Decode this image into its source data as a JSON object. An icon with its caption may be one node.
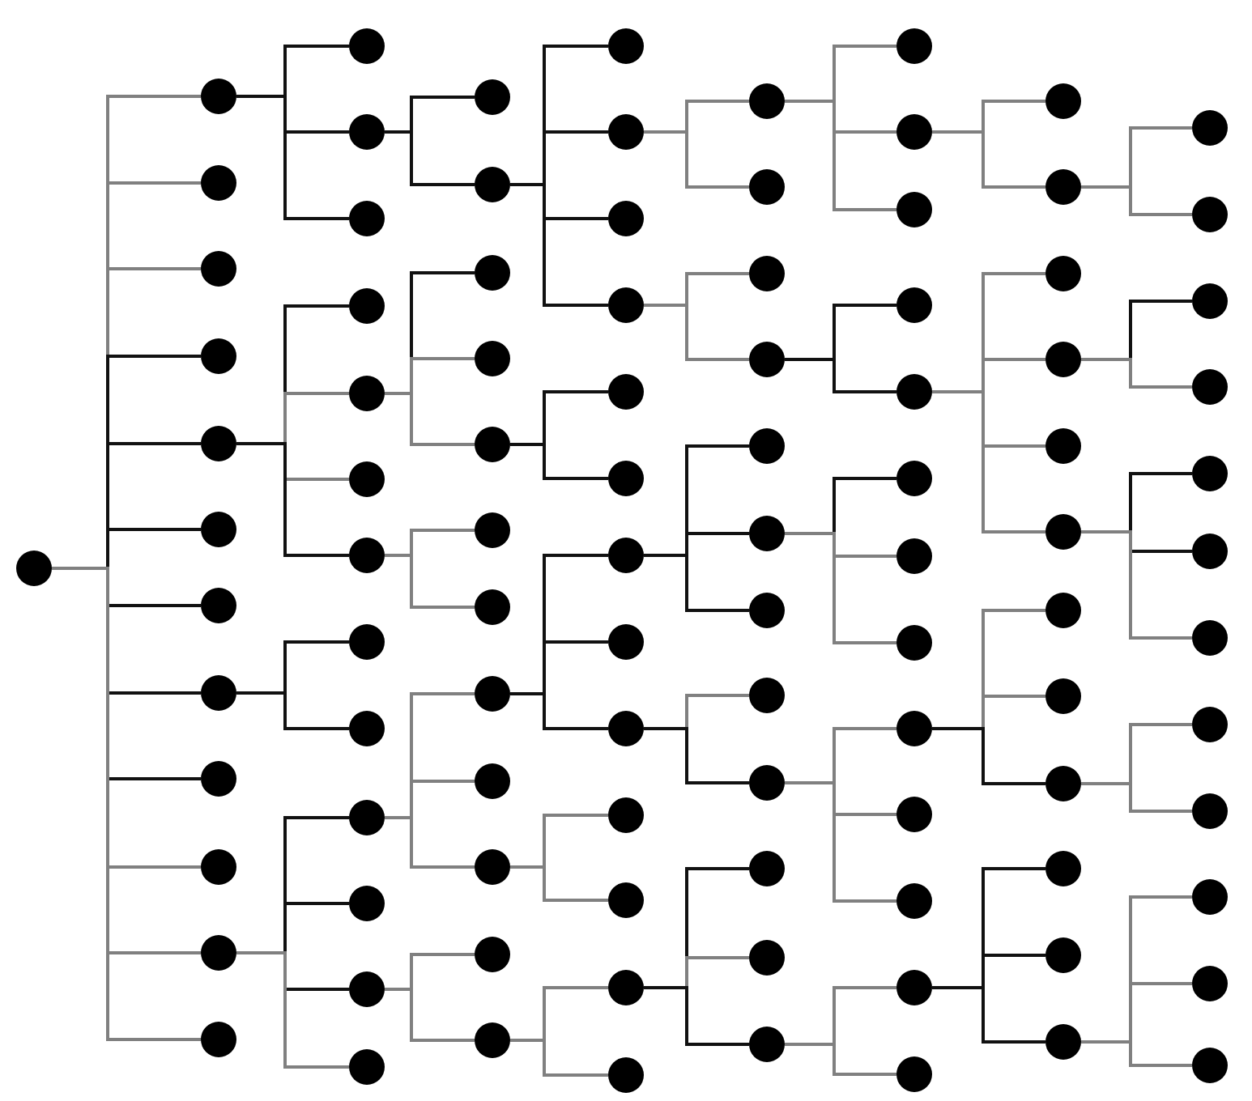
{
  "diagram": {
    "nodes": [
      {
        "text": [],
        "shape": "circle"
      },
      {
        "text": [],
        "shape": "circle"
      },
      {
        "text": [],
        "shape": "circle"
      },
      {
        "text": [],
        "shape": "circle"
      },
      {
        "text": [],
        "shape": "circle"
      },
      {
        "text": [],
        "shape": "circle"
      },
      {
        "text": [],
        "shape": "circle"
      },
      {
        "text": [],
        "shape": "circle"
      },
      {
        "text": [],
        "shape": "circle"
      },
      {
        "text": [],
        "shape": "circle"
      },
      {
        "text": [],
        "shape": "circle"
      },
      {
        "text": [],
        "shape": "circle"
      },
      {
        "text": [],
        "shape": "circle"
      },
      {
        "text": [],
        "shape": "circle"
      },
      {
        "text": [],
        "shape": "circle"
      },
      {
        "text": [],
        "shape": "circle"
      },
      {
        "text": [],
        "shape": "circle"
      },
      {
        "text": [],
        "shape": "circle"
      },
      {
        "text": [],
        "shape": "circle"
      },
      {
        "text": [],
        "shape": "circle"
      },
      {
        "text": [],
        "shape": "circle"
      },
      {
        "text": [],
        "shape": "circle"
      },
      {
        "text": [],
        "shape": "circle"
      },
      {
        "text": [],
        "shape": "circle"
      },
      {
        "text": [],
        "shape": "circle"
      },
      {
        "text": [],
        "shape": "circle"
      },
      {
        "text": [],
        "shape": "circle"
      },
      {
        "text": [],
        "shape": "circle"
      },
      {
        "text": [],
        "shape": "circle"
      },
      {
        "text": [],
        "shape": "circle"
      },
      {
        "text": [],
        "shape": "circle"
      },
      {
        "text": [],
        "shape": "circle"
      },
      {
        "text": [],
        "shape": "circle"
      },
      {
        "text": [],
        "shape": "circle"
      },
      {
        "text": [],
        "shape": "circle"
      },
      {
        "text": [],
        "shape": "circle"
      },
      {
        "text": [],
        "shape": "circle"
      },
      {
        "text": [],
        "shape": "circle"
      },
      {
        "text": [],
        "shape": "circle"
      },
      {
        "text": [],
        "shape": "circle"
      },
      {
        "text": [],
        "shape": "circle"
      },
      {
        "text": [],
        "shape": "circle"
      },
      {
        "text": [],
        "shape": "circle"
      },
      {
        "text": [],
        "shape": "circle"
      },
      {
        "text": [],
        "shape": "circle"
      },
      {
        "text": [],
        "shape": "circle"
      },
      {
        "text": [],
        "shape": "circle"
      },
      {
        "text": [],
        "shape": "circle"
      },
      {
        "text": [],
        "shape": "circle"
      },
      {
        "text": [],
        "shape": "circle"
      },
      {
        "text": [],
        "shape": "circle"
      },
      {
        "text": [],
        "shape": "circle"
      },
      {
        "text": [],
        "shape": "circle"
      },
      {
        "text": [],
        "shape": "circle"
      },
      {
        "text": [],
        "shape": "circle"
      },
      {
        "text": [],
        "shape": "circle"
      },
      {
        "text": [],
        "shape": "circle"
      },
      {
        "text": [],
        "shape": "circle"
      },
      {
        "text": [],
        "shape": "circle"
      },
      {
        "text": [],
        "shape": "circle"
      },
      {
        "text": [],
        "shape": "circle"
      },
      {
        "text": [],
        "shape": "circle"
      },
      {
        "text": [],
        "shape": "circle"
      },
      {
        "text": [],
        "shape": "circle"
      },
      {
        "text": [],
        "shape": "circle"
      },
      {
        "text": [],
        "shape": "circle"
      },
      {
        "text": [],
        "shape": "circle"
      },
      {
        "text": [],
        "shape": "circle"
      },
      {
        "text": [],
        "shape": "circle"
      },
      {
        "text": [],
        "shape": "circle"
      },
      {
        "text": [],
        "shape": "circle"
      },
      {
        "text": [],
        "shape": "circle"
      },
      {
        "text": [],
        "shape": "circle"
      },
      {
        "text": [],
        "shape": "circle"
      },
      {
        "text": [],
        "shape": "circle"
      },
      {
        "text": [],
        "shape": "circle"
      },
      {
        "text": [],
        "shape": "circle"
      },
      {
        "text": [],
        "shape": "circle"
      },
      {
        "text": [],
        "shape": "circle"
      },
      {
        "text": [],
        "shape": "circle"
      },
      {
        "text": [],
        "shape": "circle"
      },
      {
        "text": [],
        "shape": "circle"
      },
      {
        "text": [],
        "shape": "circle"
      },
      {
        "text": [],
        "shape": "circle"
      },
      {
        "text": [],
        "shape": "circle"
      },
      {
        "text": [],
        "shape": "circle"
      },
      {
        "text": [],
        "shape": "circle"
      },
      {
        "text": [],
        "shape": "circle"
      },
      {
        "text": [],
        "shape": "circle"
      },
      {
        "text": [],
        "shape": "circle"
      },
      {
        "text": [],
        "shape": "circle"
      },
      {
        "text": [],
        "shape": "circle"
      },
      {
        "text": [],
        "shape": "circle"
      },
      {
        "text": [],
        "shape": "circle"
      },
      {
        "text": [],
        "shape": "circle"
      },
      {
        "text": [],
        "shape": "circle"
      },
      {
        "text": [],
        "shape": "circle"
      },
      {
        "text": [],
        "shape": "circle"
      },
      {
        "text": [],
        "shape": "circle"
      },
      {
        "text": [],
        "shape": "circle"
      }
    ],
    "edges": [
      {
        "from": 0,
        "to": 1,
        "arrow": "none"
      },
      {
        "from": 0,
        "to": 2,
        "arrow": "none"
      },
      {
        "from": 0,
        "to": 3,
        "arrow": "none"
      },
      {
        "from": 0,
        "to": 4,
        "arrow": "none",
        "color": "#111111"
      },
      {
        "from": 0,
        "to": 5,
        "arrow": "none",
        "color": "#111111"
      },
      {
        "from": 0,
        "to": 6,
        "arrow": "none",
        "color": "#111111"
      },
      {
        "from": 0,
        "to": 7,
        "arrow": "none",
        "color": "#111111"
      },
      {
        "from": 0,
        "to": 8,
        "arrow": "none",
        "color": "#111111"
      },
      {
        "from": 0,
        "to": 9,
        "arrow": "none",
        "color": "#111111"
      },
      {
        "from": 0,
        "to": 10,
        "arrow": "none"
      },
      {
        "from": 0,
        "to": 11,
        "arrow": "none"
      },
      {
        "from": 0,
        "to": 12,
        "arrow": "none"
      },
      {
        "from": 1,
        "to": 13,
        "arrow": "none",
        "color": "#111111"
      },
      {
        "from": 1,
        "to": 14,
        "arrow": "none",
        "color": "#111111"
      },
      {
        "from": 1,
        "to": 15,
        "arrow": "none",
        "color": "#111111"
      },
      {
        "from": 5,
        "to": 16,
        "arrow": "none",
        "color": "#111111"
      },
      {
        "from": 5,
        "to": 17,
        "arrow": "none"
      },
      {
        "from": 5,
        "to": 18,
        "arrow": "none"
      },
      {
        "from": 5,
        "to": 19,
        "arrow": "none",
        "color": "#111111"
      },
      {
        "from": 8,
        "to": 20,
        "arrow": "none",
        "color": "#111111"
      },
      {
        "from": 8,
        "to": 21,
        "arrow": "none",
        "color": "#111111"
      },
      {
        "from": 11,
        "to": 22,
        "arrow": "none",
        "color": "#111111"
      },
      {
        "from": 11,
        "to": 23,
        "arrow": "none",
        "color": "#111111"
      },
      {
        "from": 11,
        "to": 24,
        "arrow": "none",
        "color": "#111111"
      },
      {
        "from": 11,
        "to": 25,
        "arrow": "none"
      },
      {
        "from": 14,
        "to": 26,
        "arrow": "none",
        "color": "#111111"
      },
      {
        "from": 14,
        "to": 27,
        "arrow": "none",
        "color": "#111111"
      },
      {
        "from": 17,
        "to": 28,
        "arrow": "none",
        "color": "#111111"
      },
      {
        "from": 17,
        "to": 29,
        "arrow": "none"
      },
      {
        "from": 17,
        "to": 30,
        "arrow": "none"
      },
      {
        "from": 19,
        "to": 31,
        "arrow": "none"
      },
      {
        "from": 19,
        "to": 32,
        "arrow": "none"
      },
      {
        "from": 22,
        "to": 33,
        "arrow": "none"
      },
      {
        "from": 22,
        "to": 34,
        "arrow": "none"
      },
      {
        "from": 22,
        "to": 35,
        "arrow": "none"
      },
      {
        "from": 24,
        "to": 36,
        "arrow": "none"
      },
      {
        "from": 24,
        "to": 37,
        "arrow": "none"
      },
      {
        "from": 27,
        "to": 38,
        "arrow": "none",
        "color": "#111111"
      },
      {
        "from": 27,
        "to": 39,
        "arrow": "none",
        "color": "#111111"
      },
      {
        "from": 27,
        "to": 40,
        "arrow": "none",
        "color": "#111111"
      },
      {
        "from": 27,
        "to": 41,
        "arrow": "none",
        "color": "#111111"
      },
      {
        "from": 30,
        "to": 42,
        "arrow": "none",
        "color": "#111111"
      },
      {
        "from": 30,
        "to": 43,
        "arrow": "none",
        "color": "#111111"
      },
      {
        "from": 33,
        "to": 44,
        "arrow": "none",
        "color": "#111111"
      },
      {
        "from": 33,
        "to": 45,
        "arrow": "none",
        "color": "#111111"
      },
      {
        "from": 33,
        "to": 46,
        "arrow": "none",
        "color": "#111111"
      },
      {
        "from": 35,
        "to": 47,
        "arrow": "none"
      },
      {
        "from": 35,
        "to": 48,
        "arrow": "none"
      },
      {
        "from": 37,
        "to": 49,
        "arrow": "none"
      },
      {
        "from": 37,
        "to": 50,
        "arrow": "none"
      },
      {
        "from": 39,
        "to": 51,
        "arrow": "none"
      },
      {
        "from": 39,
        "to": 52,
        "arrow": "none"
      },
      {
        "from": 41,
        "to": 53,
        "arrow": "none"
      },
      {
        "from": 41,
        "to": 54,
        "arrow": "none"
      },
      {
        "from": 44,
        "to": 55,
        "arrow": "none",
        "color": "#111111"
      },
      {
        "from": 44,
        "to": 56,
        "arrow": "none",
        "color": "#111111"
      },
      {
        "from": 44,
        "to": 57,
        "arrow": "none",
        "color": "#111111"
      },
      {
        "from": 46,
        "to": 58,
        "arrow": "none"
      },
      {
        "from": 46,
        "to": 59,
        "arrow": "none",
        "color": "#111111"
      },
      {
        "from": 49,
        "to": 60,
        "arrow": "none",
        "color": "#111111"
      },
      {
        "from": 49,
        "to": 61,
        "arrow": "none"
      },
      {
        "from": 49,
        "to": 62,
        "arrow": "none",
        "color": "#111111"
      },
      {
        "from": 51,
        "to": 63,
        "arrow": "none"
      },
      {
        "from": 51,
        "to": 64,
        "arrow": "none"
      },
      {
        "from": 51,
        "to": 65,
        "arrow": "none"
      },
      {
        "from": 54,
        "to": 66,
        "arrow": "none",
        "color": "#111111"
      },
      {
        "from": 54,
        "to": 67,
        "arrow": "none",
        "color": "#111111"
      },
      {
        "from": 56,
        "to": 68,
        "arrow": "none",
        "color": "#111111"
      },
      {
        "from": 56,
        "to": 69,
        "arrow": "none"
      },
      {
        "from": 56,
        "to": 70,
        "arrow": "none"
      },
      {
        "from": 59,
        "to": 71,
        "arrow": "none"
      },
      {
        "from": 59,
        "to": 72,
        "arrow": "none"
      },
      {
        "from": 59,
        "to": 73,
        "arrow": "none"
      },
      {
        "from": 62,
        "to": 74,
        "arrow": "none"
      },
      {
        "from": 62,
        "to": 75,
        "arrow": "none"
      },
      {
        "from": 64,
        "to": 76,
        "arrow": "none"
      },
      {
        "from": 64,
        "to": 77,
        "arrow": "none"
      },
      {
        "from": 67,
        "to": 78,
        "arrow": "none"
      },
      {
        "from": 67,
        "to": 79,
        "arrow": "none"
      },
      {
        "from": 67,
        "to": 80,
        "arrow": "none"
      },
      {
        "from": 67,
        "to": 81,
        "arrow": "none"
      },
      {
        "from": 71,
        "to": 82,
        "arrow": "none"
      },
      {
        "from": 71,
        "to": 83,
        "arrow": "none"
      },
      {
        "from": 71,
        "to": 84,
        "arrow": "none",
        "color": "#111111"
      },
      {
        "from": 74,
        "to": 85,
        "arrow": "none",
        "color": "#111111"
      },
      {
        "from": 74,
        "to": 86,
        "arrow": "none",
        "color": "#111111"
      },
      {
        "from": 74,
        "to": 87,
        "arrow": "none",
        "color": "#111111"
      },
      {
        "from": 77,
        "to": 88,
        "arrow": "none"
      },
      {
        "from": 77,
        "to": 89,
        "arrow": "none"
      },
      {
        "from": 79,
        "to": 90,
        "arrow": "none",
        "color": "#111111"
      },
      {
        "from": 79,
        "to": 91,
        "arrow": "none"
      },
      {
        "from": 81,
        "to": 92,
        "arrow": "none",
        "color": "#111111"
      },
      {
        "from": 81,
        "to": 93,
        "arrow": "none",
        "color": "#111111"
      },
      {
        "from": 81,
        "to": 94,
        "arrow": "none"
      },
      {
        "from": 84,
        "to": 95,
        "arrow": "none"
      },
      {
        "from": 84,
        "to": 96,
        "arrow": "none"
      },
      {
        "from": 87,
        "to": 97,
        "arrow": "none"
      },
      {
        "from": 87,
        "to": 98,
        "arrow": "none"
      },
      {
        "from": 87,
        "to": 99,
        "arrow": "none"
      }
    ]
  }
}
